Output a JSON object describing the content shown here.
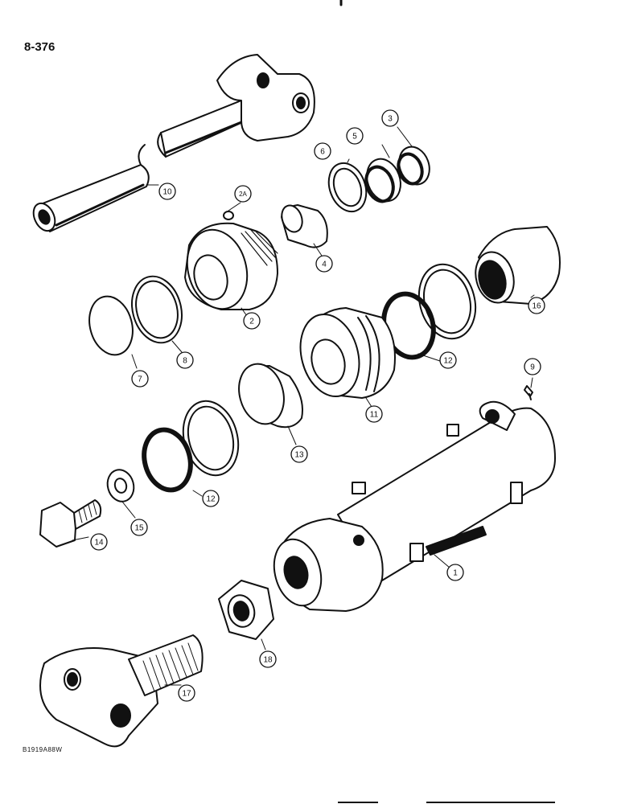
{
  "page_number": "8-376",
  "figure_code": "B1919A88W",
  "callouts": [
    {
      "key": "1",
      "label": "1"
    },
    {
      "key": "2",
      "label": "2"
    },
    {
      "key": "2A",
      "label": "2A"
    },
    {
      "key": "3",
      "label": "3"
    },
    {
      "key": "4",
      "label": "4"
    },
    {
      "key": "5",
      "label": "5"
    },
    {
      "key": "6",
      "label": "6"
    },
    {
      "key": "7",
      "label": "7"
    },
    {
      "key": "8",
      "label": "8"
    },
    {
      "key": "9",
      "label": "9"
    },
    {
      "key": "10",
      "label": "10"
    },
    {
      "key": "11",
      "label": "11"
    },
    {
      "key": "12a",
      "label": "12"
    },
    {
      "key": "12b",
      "label": "12"
    },
    {
      "key": "13",
      "label": "13"
    },
    {
      "key": "14",
      "label": "14"
    },
    {
      "key": "15",
      "label": "15"
    },
    {
      "key": "16",
      "label": "16"
    },
    {
      "key": "17",
      "label": "17"
    },
    {
      "key": "18",
      "label": "18"
    }
  ]
}
